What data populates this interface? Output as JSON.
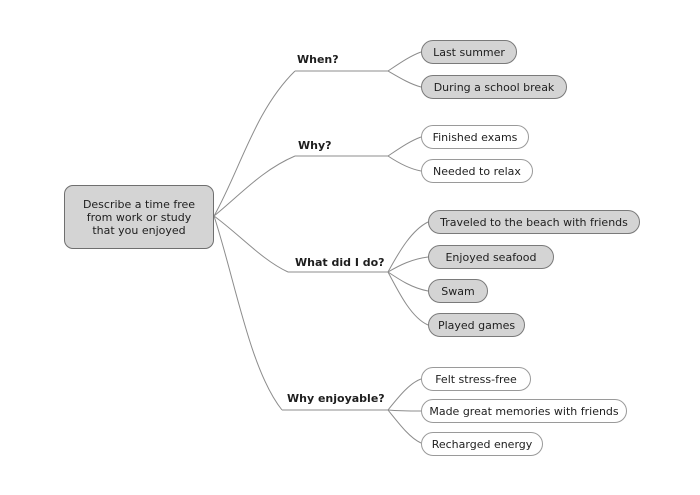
{
  "root": {
    "lines": [
      "Describe a time free",
      "from work or study",
      "that you enjoyed"
    ]
  },
  "branches": [
    {
      "label": "When?",
      "leaves": [
        {
          "text": "Last summer",
          "filled": true
        },
        {
          "text": "During a school break",
          "filled": true
        }
      ]
    },
    {
      "label": "Why?",
      "leaves": [
        {
          "text": "Finished exams",
          "filled": false
        },
        {
          "text": "Needed to relax",
          "filled": false
        }
      ]
    },
    {
      "label": "What did I do?",
      "leaves": [
        {
          "text": "Traveled to the beach with friends",
          "filled": true
        },
        {
          "text": "Enjoyed seafood",
          "filled": true
        },
        {
          "text": "Swam",
          "filled": true
        },
        {
          "text": "Played games",
          "filled": true
        }
      ]
    },
    {
      "label": "Why enjoyable?",
      "leaves": [
        {
          "text": "Felt stress-free",
          "filled": false
        },
        {
          "text": "Made great memories with friends",
          "filled": false
        },
        {
          "text": "Recharged energy",
          "filled": false
        }
      ]
    }
  ],
  "colors": {
    "filled": "#d4d4d4",
    "outline": "#ffffff",
    "line": "#8c8c8c"
  }
}
